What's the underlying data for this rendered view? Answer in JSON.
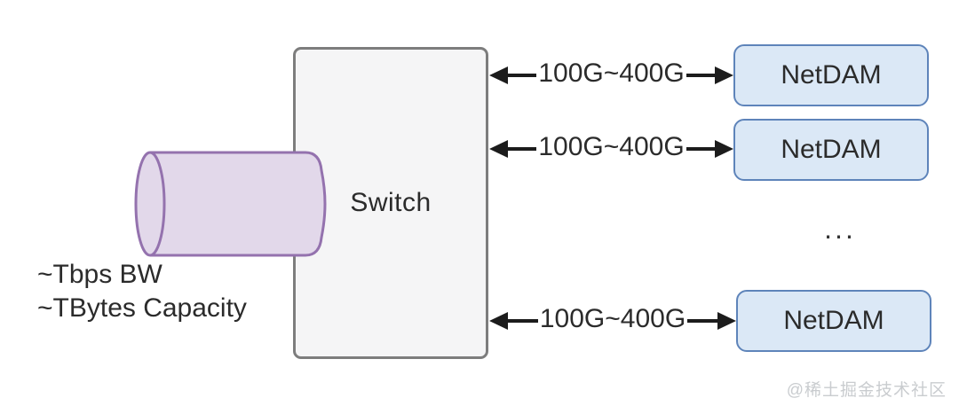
{
  "diagram": {
    "switch": {
      "label": "Switch"
    },
    "storage": {
      "bw_label": "~Tbps BW",
      "capacity_label": "~TBytes Capacity"
    },
    "links": [
      {
        "label": "100G~400G"
      },
      {
        "label": "100G~400G"
      },
      {
        "label": "100G~400G"
      }
    ],
    "netdam_nodes": [
      {
        "label": "NetDAM"
      },
      {
        "label": "NetDAM"
      },
      {
        "label": "NetDAM"
      }
    ],
    "ellipsis": "...",
    "watermark": "@稀土掘金技术社区"
  },
  "colors": {
    "switch_fill": "#f5f5f6",
    "switch_border": "#7d7d7d",
    "cylinder_fill": "#e2d8ea",
    "cylinder_border": "#9472ae",
    "netdam_fill": "#dbe8f6",
    "netdam_border": "#5e84ba",
    "arrow": "#1c1c1c",
    "text": "#2b2b2b",
    "watermark": "#c9cccf"
  }
}
